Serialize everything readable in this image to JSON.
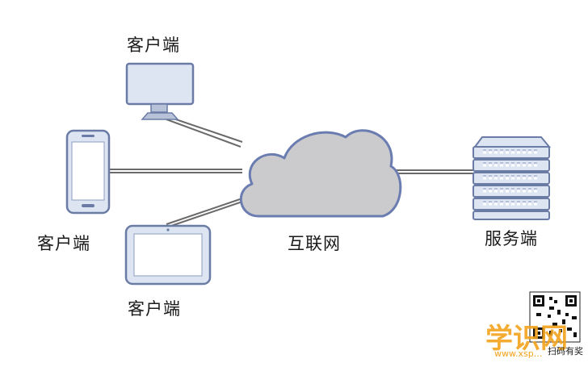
{
  "labels": {
    "client_top": "客户端",
    "client_left": "客户端",
    "client_bottom": "客户端",
    "internet": "互联网",
    "server": "服务端"
  },
  "watermark": {
    "brand": "学识网",
    "caption": "扫码有奖",
    "url": "www.xsp..."
  },
  "colors": {
    "device_fill": "#dde5f2",
    "device_stroke": "#6a7ca6",
    "cloud_fill": "#cbcbcd",
    "cloud_stroke": "#6b7cb0",
    "link_line": "#6a6a6a"
  }
}
